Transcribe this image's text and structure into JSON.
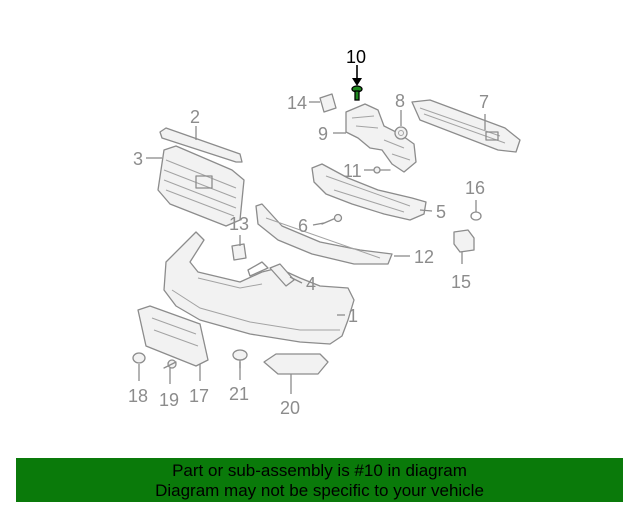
{
  "diagram": {
    "highlighted_part": "10",
    "callouts": [
      "1",
      "2",
      "3",
      "4",
      "5",
      "6",
      "7",
      "8",
      "9",
      "10",
      "11",
      "12",
      "13",
      "14",
      "15",
      "16",
      "17",
      "18",
      "19",
      "20",
      "21"
    ]
  },
  "banner": {
    "line1": "Part or sub-assembly is #10 in diagram",
    "line2": "Diagram may not be specific to your vehicle",
    "background": "#0a7a0a"
  }
}
